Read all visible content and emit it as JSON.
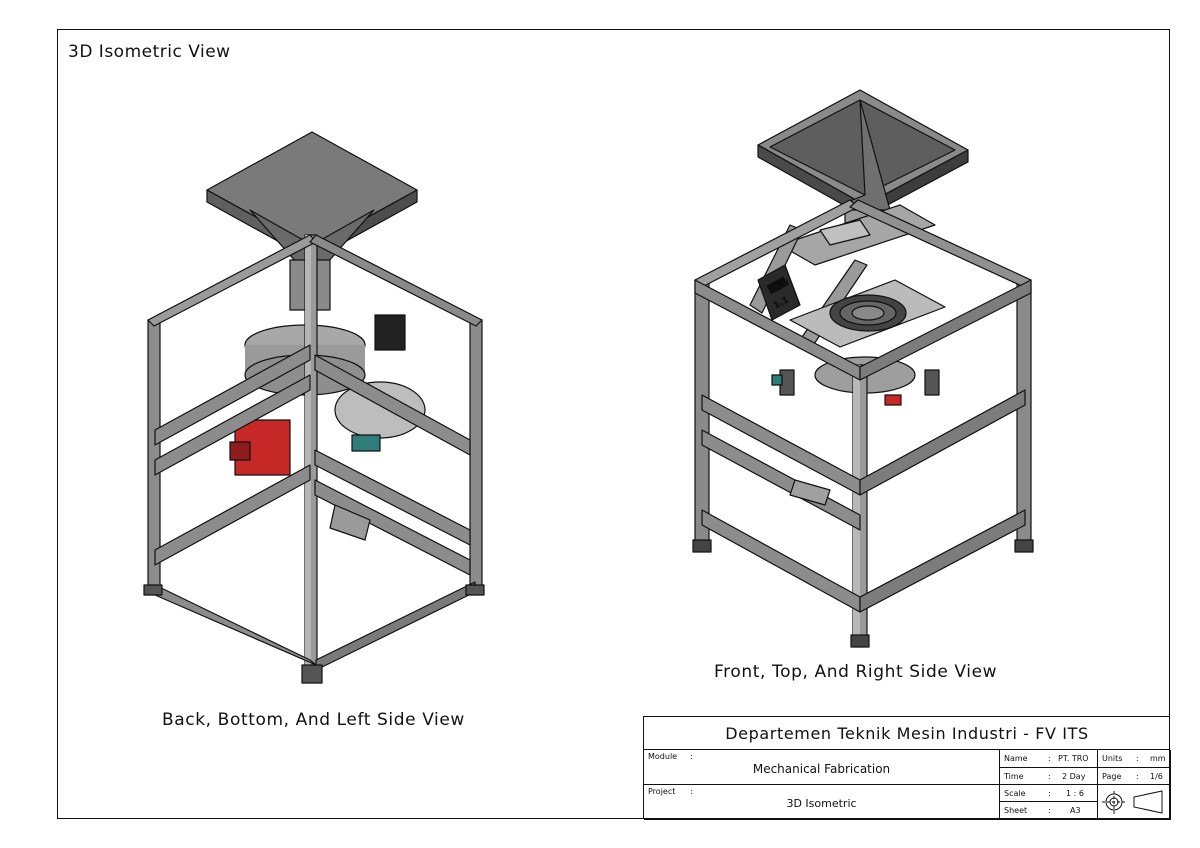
{
  "sheet": {
    "view_title": "3D Isometric View",
    "caption_left": "Back, Bottom, And Left Side View",
    "caption_right": "Front, Top, And Right Side View"
  },
  "title_block": {
    "department": "Departemen Teknik Mesin Industri - FV ITS",
    "module_label": "Module",
    "module_value": "Mechanical Fabrication",
    "project_label": "Project",
    "project_value": "3D Isometric",
    "colon": ":",
    "name_label": "Name",
    "name_value": "PT. TRO",
    "time_label": "Time",
    "time_value": "2 Day",
    "scale_label": "Scale",
    "scale_value": "1 : 6",
    "sheet_label": "Sheet",
    "sheet_value": "A3",
    "units_label": "Units",
    "units_value": "mm",
    "page_label": "Page",
    "page_value": "1/6"
  },
  "display": {
    "display_top": "88.8",
    "display_bottom": "1.1"
  },
  "colors": {
    "frame_steel": "#8c8c8c",
    "frame_dark": "#5a5a5a",
    "hopper": "#6b6b6b",
    "motor_red": "#c62828",
    "bearing_teal": "#2e7d7a",
    "display_green": "#39e07a",
    "display_red": "#ff3b3b"
  }
}
